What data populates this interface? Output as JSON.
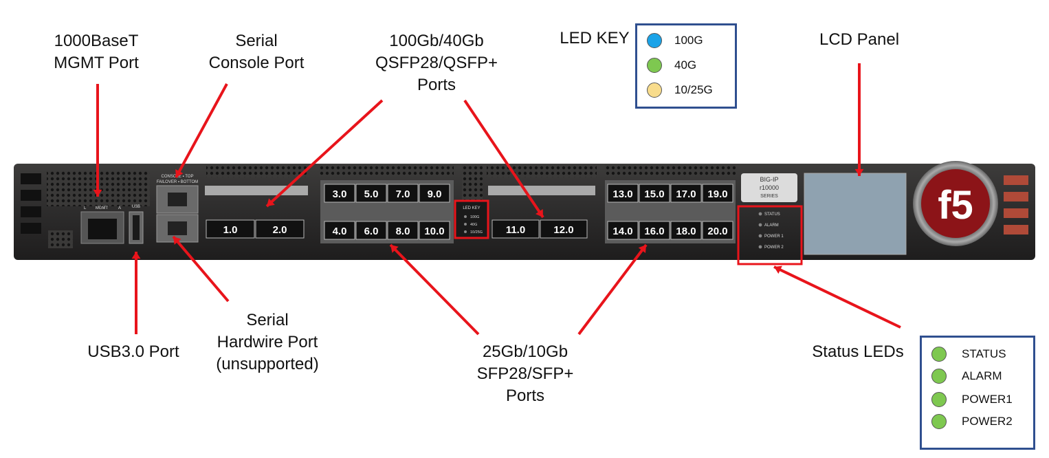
{
  "callouts": {
    "mgmt": "1000BaseT\nMGMT Port",
    "console": "Serial\nConsole Port",
    "qsfp": "100Gb/40Gb\nQSFP28/QSFP+\nPorts",
    "ledkey_title": "LED KEY",
    "lcd": "LCD Panel",
    "usb": "USB3.0 Port",
    "hardwire": "Serial\nHardwire Port\n(unsupported)",
    "sfp": "25Gb/10Gb\nSFP28/SFP+\nPorts",
    "status_leds": "Status LEDs"
  },
  "led_key": [
    {
      "label": "100G",
      "color": "#1aa3e8"
    },
    {
      "label": "40G",
      "color": "#7ec850"
    },
    {
      "label": "10/25G",
      "color": "#f8dc8c"
    }
  ],
  "status_key": [
    {
      "label": "STATUS",
      "color": "#7ec850"
    },
    {
      "label": "ALARM",
      "color": "#7ec850"
    },
    {
      "label": "POWER1",
      "color": "#7ec850"
    },
    {
      "label": "POWER2",
      "color": "#7ec850"
    }
  ],
  "device": {
    "ports_top_left": [
      "3.0",
      "5.0",
      "7.0",
      "9.0"
    ],
    "ports_bottom_left": [
      "4.0",
      "6.0",
      "8.0",
      "10.0"
    ],
    "qsfp_ports_left": [
      "1.0",
      "2.0"
    ],
    "qsfp_ports_right": [
      "11.0",
      "12.0"
    ],
    "ports_top_right": [
      "13.0",
      "15.0",
      "17.0",
      "19.0"
    ],
    "ports_bottom_right": [
      "14.0",
      "16.0",
      "18.0",
      "20.0"
    ],
    "model_line1": "BIG-IP",
    "model_line2": "r10000",
    "model_line3": "SERIES",
    "status_leds": [
      "STATUS",
      "ALARM",
      "POWER 1",
      "POWER 2"
    ],
    "panel_led_key_title": "LED KEY",
    "panel_led_key": [
      "100G",
      "40G",
      "10/25G"
    ],
    "console_label": "CONSOLE ▪ TOP",
    "failover_label": "FAILOVER ▪ BOTTOM",
    "mgmt_label": "MGMT",
    "mgmt_l": "L",
    "mgmt_a": "A",
    "usb_label": "USB",
    "logo": "f5"
  },
  "colors": {
    "arrow": "#e8141b",
    "chassis": "#2b2a2a",
    "key_border": "#2f4f8f"
  }
}
